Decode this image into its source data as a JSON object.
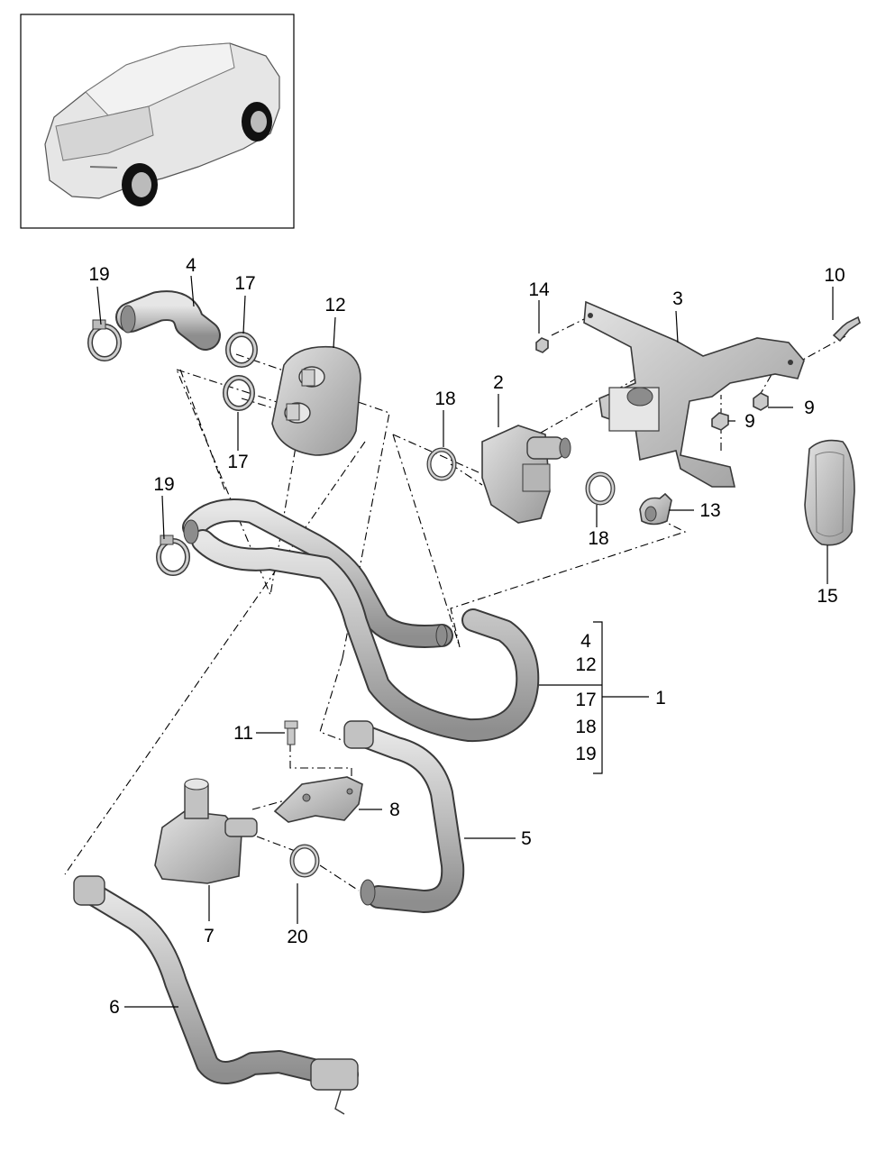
{
  "colors": {
    "part_fill": "#c9c9c9",
    "part_dark": "#8c8c8c",
    "part_light": "#e4e4e4",
    "outline": "#3a3a3a",
    "car_fill": "#e6e6e6"
  },
  "vehicle_view": {
    "icon": "suv-vehicle-icon"
  },
  "callouts": {
    "c1": "1",
    "c2": "2",
    "c3": "3",
    "c4": "4",
    "c5": "5",
    "c6": "6",
    "c7": "7",
    "c8": "8",
    "c9a": "9",
    "c9b": "9",
    "c10": "10",
    "c11": "11",
    "c12": "12",
    "c13": "13",
    "c14": "14",
    "c15": "15",
    "c17a": "17",
    "c17b": "17",
    "c18a": "18",
    "c18b": "18",
    "c19a": "19",
    "c19b": "19",
    "c20": "20"
  },
  "kit_list": {
    "label": "1",
    "items": [
      "4",
      "12",
      "17",
      "18",
      "19"
    ]
  }
}
